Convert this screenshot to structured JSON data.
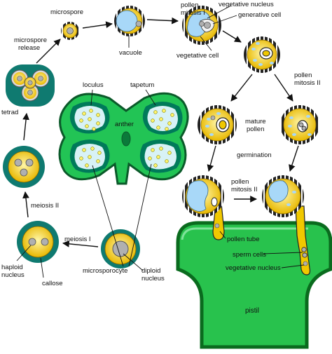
{
  "colors": {
    "tapetum": "#007a5a",
    "anther_tissue": "#22c455",
    "anther_dark": "#0b5a2a",
    "loculus_bg": "#d8f2f6",
    "pollen_gold": "#f0c800",
    "pollen_inner": "#fff6a8",
    "nucleus": "#b0b0b0",
    "vacuole": "#a8d8f8",
    "exine": "#222222",
    "callose_ring": "#0f7a70",
    "pistil": "#28c24d",
    "pistil_edge": "#0a6b1e"
  },
  "labels": {
    "microspore": "microspore",
    "pollen_mitosis_1": "pollen\nmitosis I",
    "vegetative_nucleus_top": "vegetative nucleus",
    "generative_cell": "generative cell",
    "vacuole": "vacuole",
    "vegetative_cell": "vegetative cell",
    "microspore_release": "microspore\nrelease",
    "pollen_mitosis_2_right": "pollen\nmitosis II",
    "tetrad": "tetrad",
    "loculus": "loculus",
    "tapetum": "tapetum",
    "anther": "anther",
    "mature_pollen": "mature\npollen",
    "germination": "germination",
    "pollen_mitosis_2_bottom": "pollen\nmitosis II",
    "meiosis_2": "meiosis II",
    "pollen_tube": "pollen tube",
    "sperm_cells": "sperm cells",
    "vegetative_nucleus_bottom": "vegetative nucleus",
    "meiosis_1": "meiosis I",
    "haploid_nucleus": "haploid\nnucleus",
    "callose": "callose",
    "microsporocyte": "microsporocyte",
    "diploid_nucleus": "diploid\nnucleus",
    "pistil": "pistil"
  }
}
